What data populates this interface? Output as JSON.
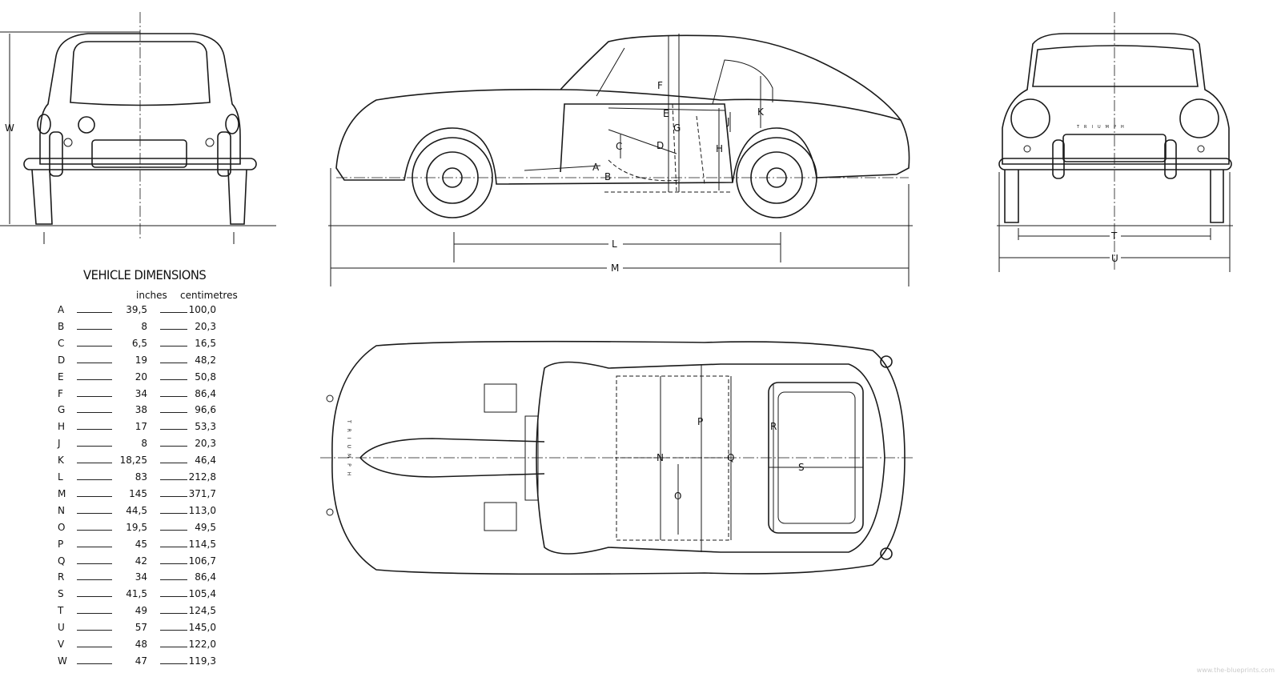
{
  "table": {
    "title": "VEHICLE DIMENSIONS",
    "col_inches": "inches",
    "col_cm": "centimetres",
    "rows": [
      {
        "key": "A",
        "inches": "39,5",
        "cm": "100,0"
      },
      {
        "key": "B",
        "inches": "8",
        "cm": "20,3"
      },
      {
        "key": "C",
        "inches": "6,5",
        "cm": "16,5"
      },
      {
        "key": "D",
        "inches": "19",
        "cm": "48,2"
      },
      {
        "key": "E",
        "inches": "20",
        "cm": "50,8"
      },
      {
        "key": "F",
        "inches": "34",
        "cm": "86,4"
      },
      {
        "key": "G",
        "inches": "38",
        "cm": "96,6"
      },
      {
        "key": "H",
        "inches": "17",
        "cm": "53,3"
      },
      {
        "key": "J",
        "inches": "8",
        "cm": "20,3"
      },
      {
        "key": "K",
        "inches": "18,25",
        "cm": "46,4"
      },
      {
        "key": "L",
        "inches": "83",
        "cm": "212,8"
      },
      {
        "key": "M",
        "inches": "145",
        "cm": "371,7"
      },
      {
        "key": "N",
        "inches": "44,5",
        "cm": "113,0"
      },
      {
        "key": "O",
        "inches": "19,5",
        "cm": "49,5"
      },
      {
        "key": "P",
        "inches": "45",
        "cm": "114,5"
      },
      {
        "key": "Q",
        "inches": "42",
        "cm": "106,7"
      },
      {
        "key": "R",
        "inches": "34",
        "cm": "86,4"
      },
      {
        "key": "S",
        "inches": "41,5",
        "cm": "105,4"
      },
      {
        "key": "T",
        "inches": "49",
        "cm": "124,5"
      },
      {
        "key": "U",
        "inches": "57",
        "cm": "145,0"
      },
      {
        "key": "V",
        "inches": "48",
        "cm": "122,0"
      },
      {
        "key": "W",
        "inches": "47",
        "cm": "119,3"
      }
    ]
  },
  "labels": {
    "rear": {
      "W": "W"
    },
    "side": {
      "A": "A",
      "B": "B",
      "C": "C",
      "D": "D",
      "E": "E",
      "F": "F",
      "G": "G",
      "H": "H",
      "J": "J",
      "K": "K",
      "L": "L",
      "M": "M"
    },
    "front": {
      "T": "T",
      "U": "U",
      "badge": "TRIUMPH"
    },
    "top": {
      "N": "N",
      "O": "O",
      "P": "P",
      "Q": "Q",
      "R": "R",
      "S": "S",
      "badge": "TRIUMPH"
    }
  },
  "watermark": "www.the-blueprints.com"
}
